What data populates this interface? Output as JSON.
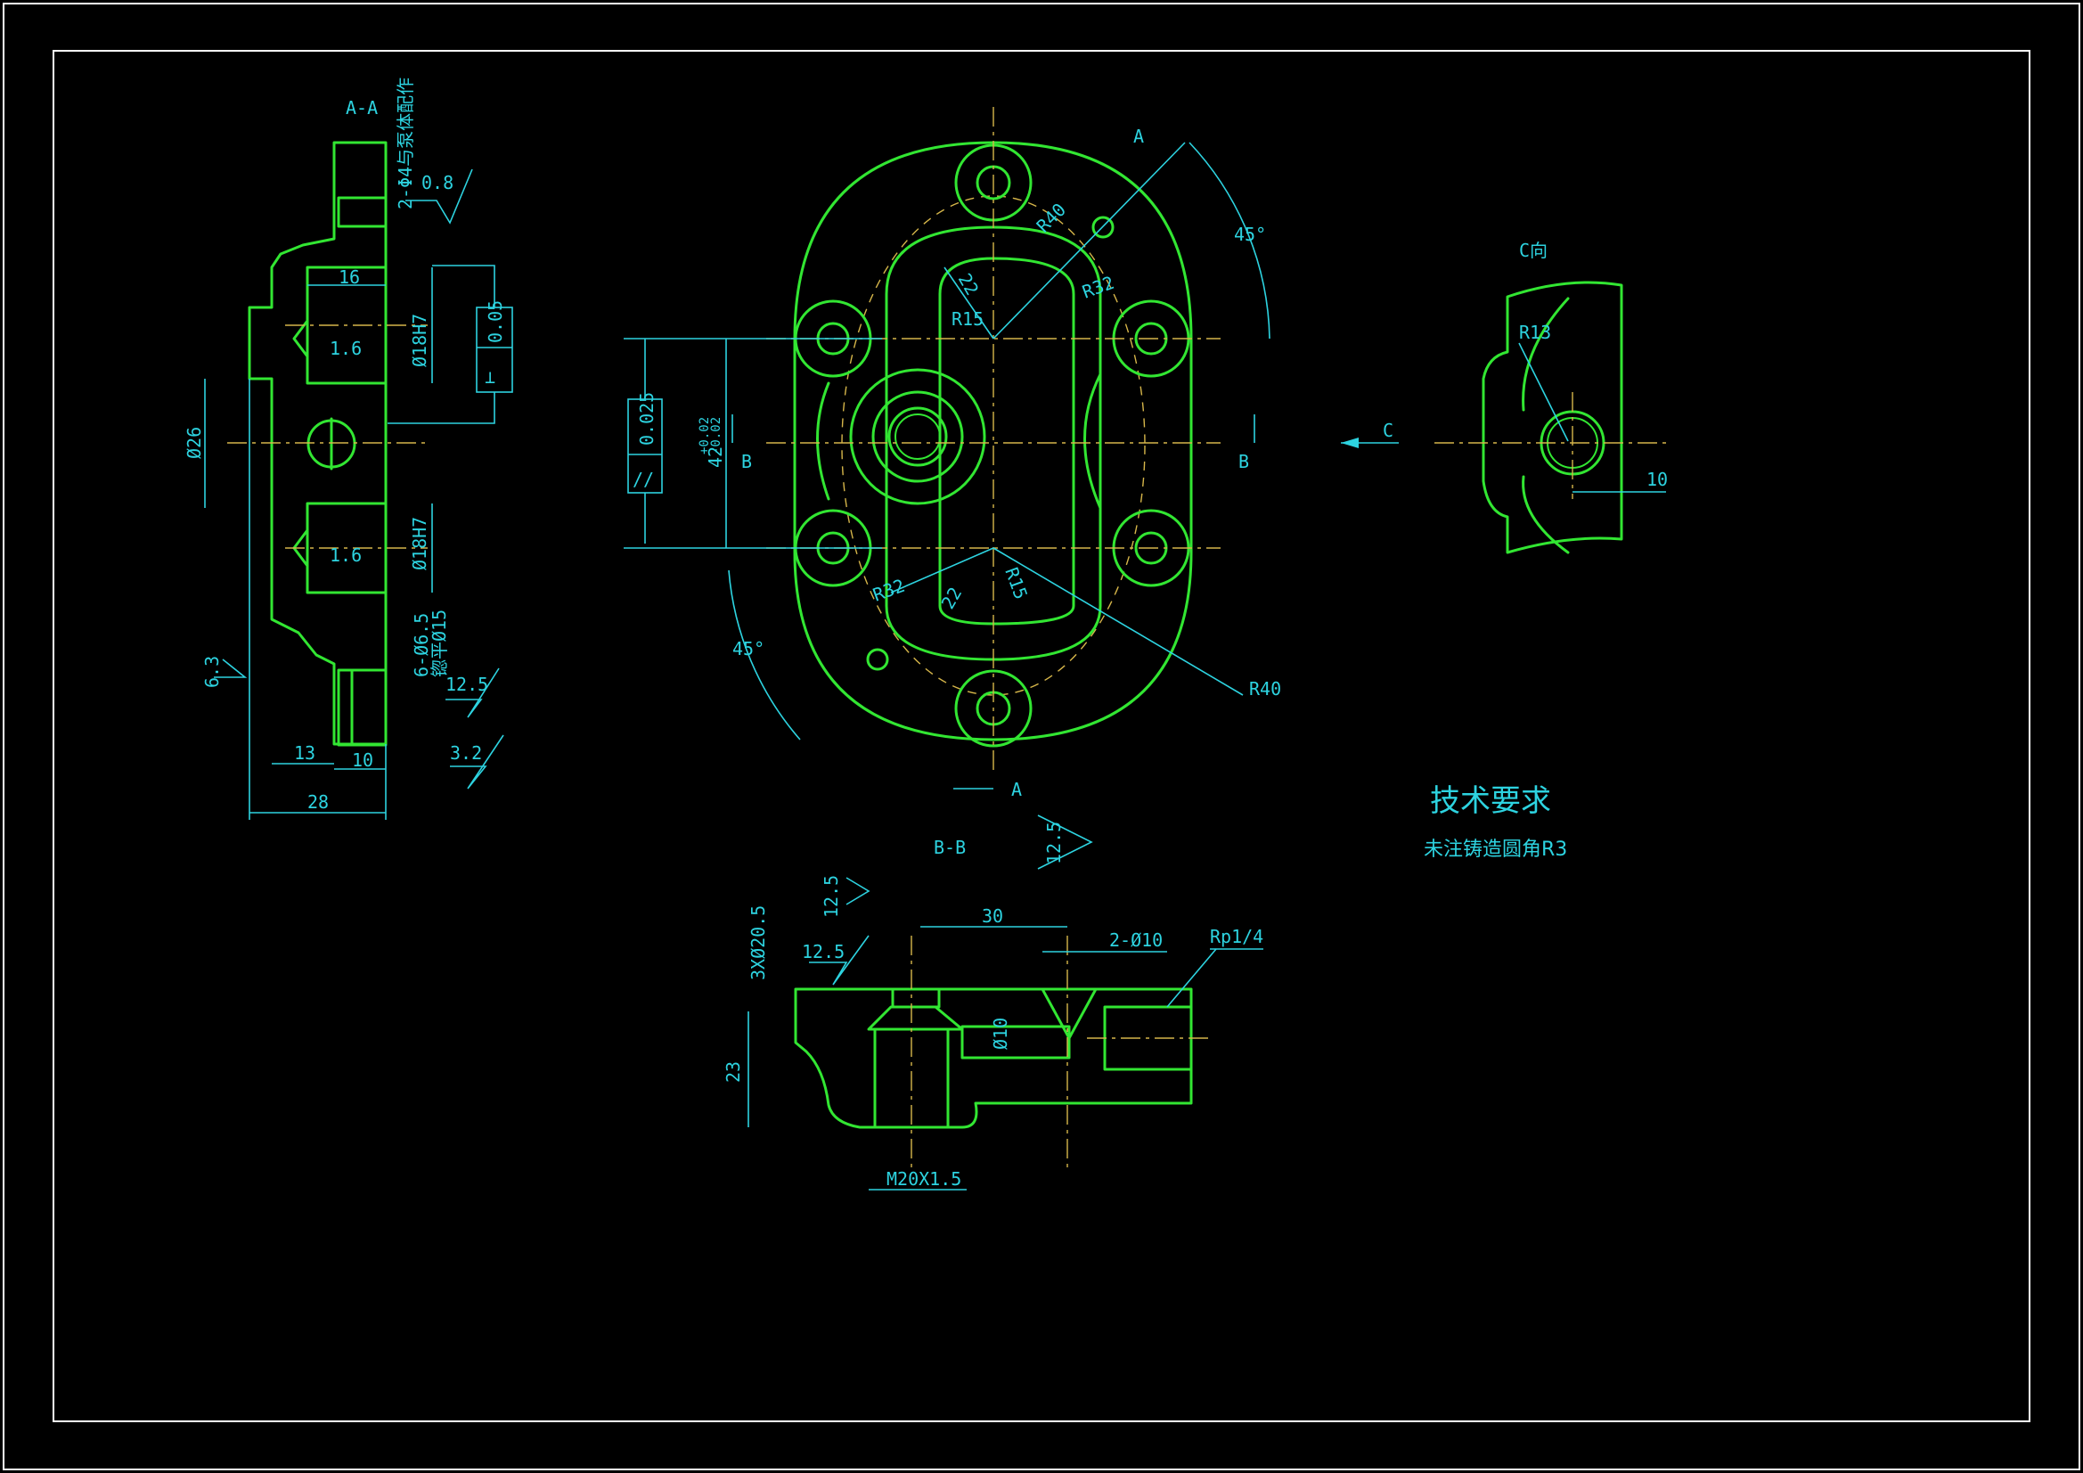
{
  "views": {
    "section_aa": "A-A",
    "section_bb": "B-B",
    "view_c": "C向"
  },
  "section_aa": {
    "note_holes": "2-Φ4与泵体配作",
    "roughness_08": "0.8",
    "roughness_16a": "1.6",
    "roughness_16b": "1.6",
    "roughness_63": "6.3",
    "roughness_125": "12.5",
    "roughness_32": "3.2",
    "perp_symbol": "⊥",
    "perp_value": "0.05",
    "dim_16": "16",
    "dim_18h7_top": "Ø18H7",
    "dim_18h7_bot": "Ø18H7",
    "dim_26": "Ø26",
    "dim_holes_a": "6-Ø6.5",
    "dim_holes_b": "锪平Ø15",
    "dim_13": "13",
    "dim_10": "10",
    "dim_28": "28"
  },
  "front": {
    "section_mark_a_top": "A",
    "section_mark_a_bot": "A",
    "section_mark_b_left": "B",
    "section_mark_b_right": "B",
    "view_mark_c": "C",
    "angle_top": "45°",
    "angle_bot": "45°",
    "r40_top": "R40",
    "r40_bot": "R40",
    "r32_top": "R32",
    "r32_bot": "R32",
    "r15_top": "R15",
    "r15_bot": "R15",
    "r22_top": "22",
    "r22_bot": "22",
    "par_symbol": "//",
    "par_value": "0.025",
    "dim_42": "42",
    "dim_42_upper": "+0.02",
    "dim_42_lower": "-0.02"
  },
  "view_c": {
    "r13": "R13",
    "dim_10": "10"
  },
  "section_bb": {
    "roughness_a": "12.5",
    "roughness_b": "12.5",
    "roughness_c": "12.5",
    "dim_thread_small": "3XØ20.5",
    "dim_30": "30",
    "dim_2x10": "2-Ø10",
    "dim_rp": "Rp1/4",
    "dim_d10": "Ø10",
    "dim_23": "23",
    "dim_m20": "M20X1.5"
  },
  "tech": {
    "title": "技术要求",
    "note": "未注铸造圆角R3"
  }
}
